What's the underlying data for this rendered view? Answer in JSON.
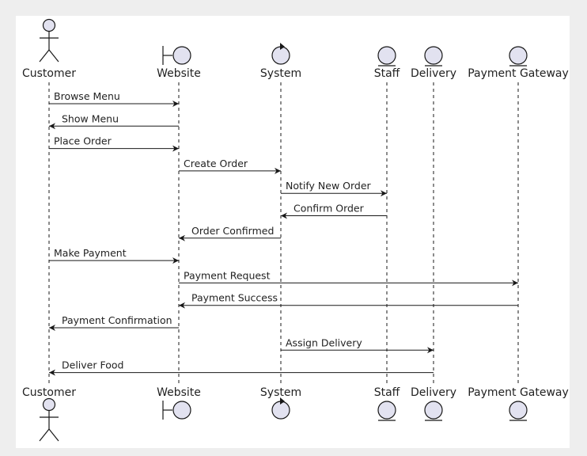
{
  "diagram": {
    "participants": [
      {
        "id": "customer",
        "label": "Customer",
        "kind": "actor"
      },
      {
        "id": "website",
        "label": "Website",
        "kind": "boundary"
      },
      {
        "id": "system",
        "label": "System",
        "kind": "control"
      },
      {
        "id": "staff",
        "label": "Staff",
        "kind": "entity"
      },
      {
        "id": "delivery",
        "label": "Delivery",
        "kind": "entity"
      },
      {
        "id": "gateway",
        "label": "Payment Gateway",
        "kind": "entity"
      }
    ],
    "messages": [
      {
        "from": "customer",
        "to": "website",
        "label": "Browse Menu"
      },
      {
        "from": "website",
        "to": "customer",
        "label": "Show Menu"
      },
      {
        "from": "customer",
        "to": "website",
        "label": "Place Order"
      },
      {
        "from": "website",
        "to": "system",
        "label": "Create Order"
      },
      {
        "from": "system",
        "to": "staff",
        "label": "Notify New Order"
      },
      {
        "from": "staff",
        "to": "system",
        "label": "Confirm Order"
      },
      {
        "from": "system",
        "to": "website",
        "label": "Order Confirmed"
      },
      {
        "from": "customer",
        "to": "website",
        "label": "Make Payment"
      },
      {
        "from": "website",
        "to": "gateway",
        "label": "Payment Request"
      },
      {
        "from": "gateway",
        "to": "website",
        "label": "Payment Success"
      },
      {
        "from": "website",
        "to": "customer",
        "label": "Payment Confirmation"
      },
      {
        "from": "system",
        "to": "delivery",
        "label": "Assign Delivery"
      },
      {
        "from": "delivery",
        "to": "customer",
        "label": "Deliver Food"
      }
    ],
    "colors": {
      "participant_fill": "#e2e2f0",
      "participant_stroke": "#181818",
      "lifeline": "#181818",
      "arrow": "#181818"
    }
  }
}
